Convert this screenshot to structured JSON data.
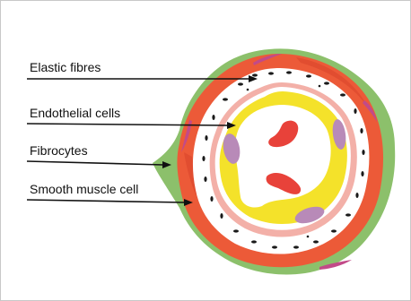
{
  "labels": {
    "elastic_fibres": "Elastic fibres",
    "endothelial_cells": "Endothelial cells",
    "fibrocytes": "Fibrocytes",
    "smooth_muscle_cell": "Smooth muscle cell"
  },
  "colors": {
    "adventitia": "#8cc06b",
    "smooth_muscle": "#ec5a38",
    "elastic_band": "#ffffff",
    "elastic_dots": "#1a1a1a",
    "inner_ring": "#f3b0a8",
    "endothelium": "#f4e22a",
    "nucleus": "#b88ab8",
    "red_blood_cell": "#e8423a",
    "fibrocyte": "#c24a88",
    "line": "#111111"
  }
}
